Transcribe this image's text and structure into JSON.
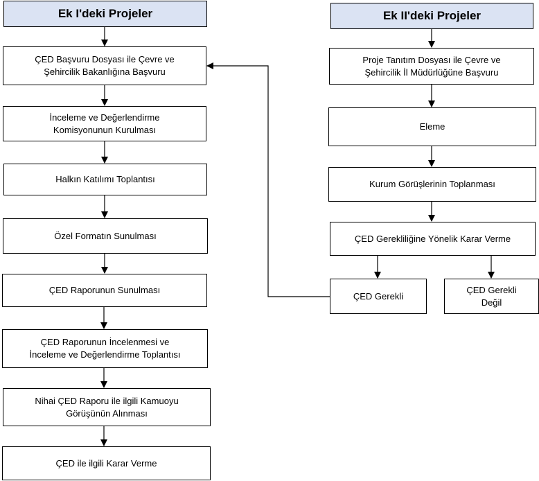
{
  "left": {
    "header": "Ek I'deki Projeler",
    "steps": [
      "ÇED Başvuru Dosyası ile Çevre ve\nŞehircilik Bakanlığına Başvuru",
      "İnceleme ve Değerlendirme\nKomisyonunun Kurulması",
      "Halkın Katılımı Toplantısı",
      "Özel Formatın Sunulması",
      "ÇED Raporunun Sunulması",
      "ÇED Raporunun İncelenmesi ve\nİnceleme ve Değerlendirme Toplantısı",
      "Nihai ÇED Raporu ile ilgili Kamuoyu\nGörüşünün Alınması",
      "ÇED ile ilgili Karar Verme"
    ]
  },
  "right": {
    "header": "Ek II'deki Projeler",
    "steps": [
      "Proje Tanıtım Dosyası ile Çevre ve\nŞehircilik İl Müdürlüğüne Başvuru",
      "Eleme",
      "Kurum Görüşlerinin Toplanması",
      "ÇED Gerekliliğine Yönelik Karar Verme"
    ],
    "outcome_required": "ÇED Gerekli",
    "outcome_not_required": "ÇED Gerekli\nDeğil"
  }
}
